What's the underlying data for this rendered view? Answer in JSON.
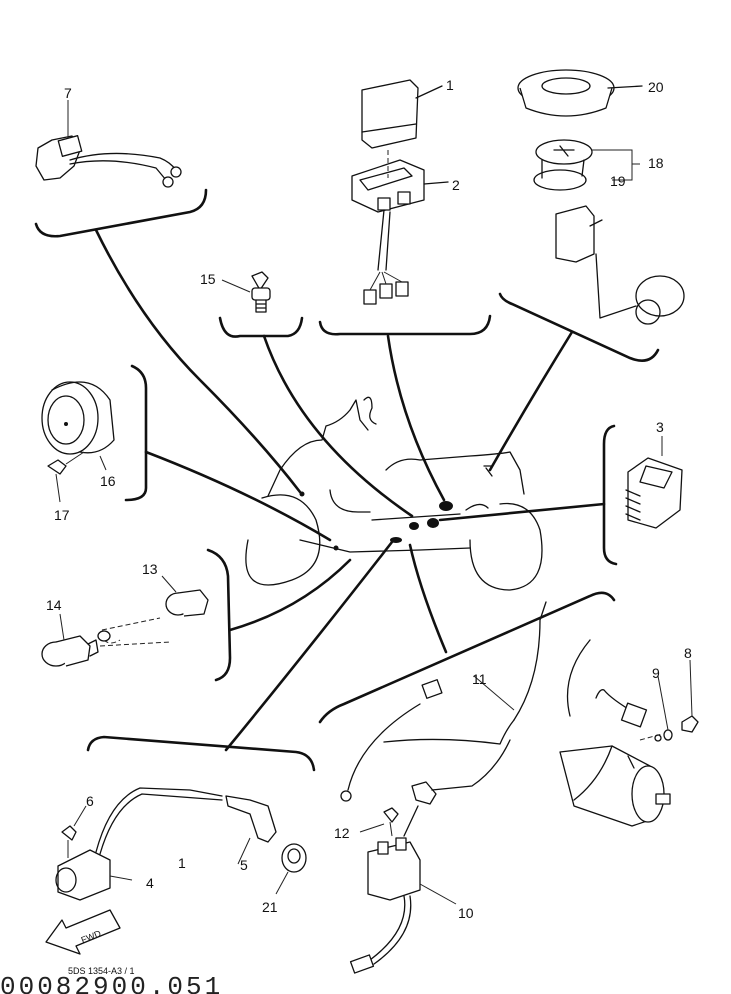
{
  "diagram": {
    "title": "Electrical parts exploded view",
    "forward_arrow_label": "FWD",
    "drawing_ref": "5DS 1354-A3 / 1",
    "catalog_code": "00082900.051"
  },
  "callouts": [
    {
      "id": "1",
      "label": "1"
    },
    {
      "id": "2",
      "label": "2"
    },
    {
      "id": "3",
      "label": "3"
    },
    {
      "id": "4",
      "label": "4"
    },
    {
      "id": "5",
      "label": "5"
    },
    {
      "id": "6",
      "label": "6"
    },
    {
      "id": "7",
      "label": "7"
    },
    {
      "id": "8",
      "label": "8"
    },
    {
      "id": "9",
      "label": "9"
    },
    {
      "id": "10",
      "label": "10"
    },
    {
      "id": "11",
      "label": "11"
    },
    {
      "id": "12",
      "label": "12"
    },
    {
      "id": "13",
      "label": "13"
    },
    {
      "id": "14",
      "label": "14"
    },
    {
      "id": "15",
      "label": "15"
    },
    {
      "id": "16",
      "label": "16"
    },
    {
      "id": "17",
      "label": "17"
    },
    {
      "id": "18",
      "label": "18"
    },
    {
      "id": "19",
      "label": "19"
    },
    {
      "id": "20",
      "label": "20"
    },
    {
      "id": "21",
      "label": "21"
    },
    {
      "id": "1b",
      "label": "1"
    }
  ]
}
